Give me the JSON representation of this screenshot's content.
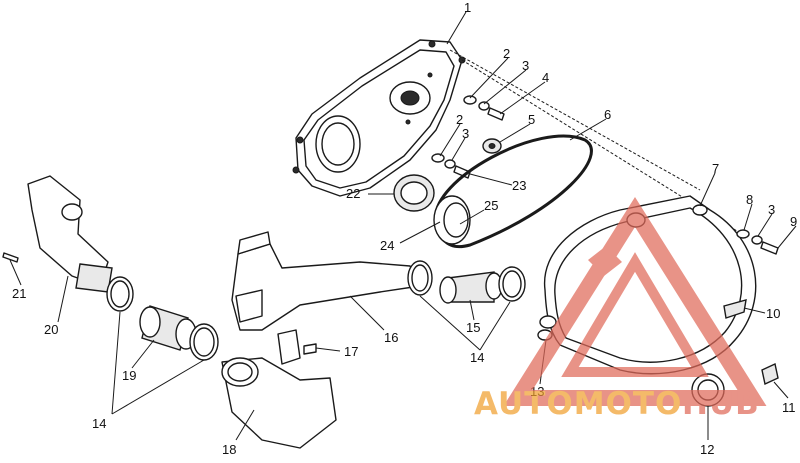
{
  "diagram": {
    "callouts": [
      {
        "id": "1",
        "text": "1"
      },
      {
        "id": "2a",
        "text": "2"
      },
      {
        "id": "3a",
        "text": "3"
      },
      {
        "id": "4",
        "text": "4"
      },
      {
        "id": "2b",
        "text": "2"
      },
      {
        "id": "3b",
        "text": "3"
      },
      {
        "id": "5",
        "text": "5"
      },
      {
        "id": "6",
        "text": "6"
      },
      {
        "id": "7",
        "text": "7"
      },
      {
        "id": "8",
        "text": "8"
      },
      {
        "id": "3c",
        "text": "3"
      },
      {
        "id": "9",
        "text": "9"
      },
      {
        "id": "10",
        "text": "10"
      },
      {
        "id": "11",
        "text": "11"
      },
      {
        "id": "12",
        "text": "12"
      },
      {
        "id": "13",
        "text": "13"
      },
      {
        "id": "14a",
        "text": "14"
      },
      {
        "id": "14b",
        "text": "14"
      },
      {
        "id": "15",
        "text": "15"
      },
      {
        "id": "16",
        "text": "16"
      },
      {
        "id": "17",
        "text": "17"
      },
      {
        "id": "18",
        "text": "18"
      },
      {
        "id": "19",
        "text": "19"
      },
      {
        "id": "20",
        "text": "20"
      },
      {
        "id": "21",
        "text": "21"
      },
      {
        "id": "22",
        "text": "22"
      },
      {
        "id": "23",
        "text": "23"
      },
      {
        "id": "24",
        "text": "24"
      },
      {
        "id": "25",
        "text": "25"
      }
    ]
  },
  "watermark": {
    "part1": "AUTOMOTO",
    "part2": "HUB",
    "color_main": "#e06a5a",
    "color_accent": "#f0a030"
  }
}
